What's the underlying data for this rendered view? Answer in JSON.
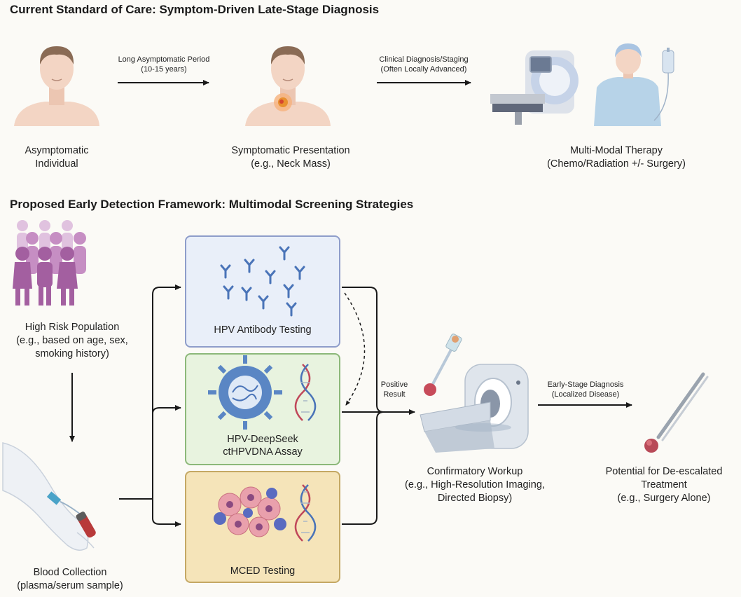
{
  "top_section": {
    "heading": "Current Standard of Care: Symptom-Driven Late-Stage Diagnosis",
    "arrow1_label": [
      "Long Asymptomatic Period",
      "(10-15 years)"
    ],
    "arrow2_label": [
      "Clinical Diagnosis/Staging",
      "(Often Locally Advanced)"
    ],
    "stage1": [
      "Asymptomatic",
      "Individual"
    ],
    "stage2": [
      "Symptomatic Presentation",
      "(e.g., Neck Mass)"
    ],
    "stage3": [
      "Multi-Modal Therapy",
      "(Chemo/Radiation +/- Surgery)"
    ]
  },
  "bottom_section": {
    "heading": "Proposed Early Detection Framework: Multimodal Screening Strategies",
    "population": [
      "High Risk Population",
      "(e.g., based on age, sex,",
      "smoking history)"
    ],
    "blood": [
      "Blood Collection",
      "(plasma/serum sample)"
    ],
    "tests": [
      {
        "label": [
          "HPV Antibody Testing"
        ],
        "color": "#e9eff9",
        "border": "#8e9dca"
      },
      {
        "label": [
          "HPV-DeepSeek",
          "ctHPVDNA Assay"
        ],
        "color": "#e8f3df",
        "border": "#8cb879"
      },
      {
        "label": [
          "MCED Testing"
        ],
        "color": "#f5e4b9",
        "border": "#c4a864"
      }
    ],
    "positive_result": [
      "Positive",
      "Result"
    ],
    "workup": [
      "Confirmatory Workup",
      "(e.g., High-Resolution Imaging,",
      "Directed Biopsy)"
    ],
    "early_stage_label": [
      "Early-Stage Diagnosis",
      "(Localized Disease)"
    ],
    "deescalated": [
      "Potential for De-escalated",
      "Treatment",
      "(e.g., Surgery Alone)"
    ]
  },
  "colors": {
    "arrow": "#1a1a1a",
    "skin": "#f3d5c4",
    "hair": "#8a6b55",
    "virus": "#5a86c4",
    "antibody": "#4a74b8",
    "population": "#a35fa0",
    "lesion": "#e8902f"
  },
  "icons": [
    "person-icon",
    "neck-mass-icon",
    "radiation-machine-icon",
    "patient-iv-icon",
    "population-icon",
    "antibody-icon",
    "virus-icon",
    "dna-icon",
    "tumor-cells-icon",
    "arm-blood-draw-icon",
    "mri-scanner-icon",
    "biopsy-needle-icon",
    "forceps-icon"
  ]
}
